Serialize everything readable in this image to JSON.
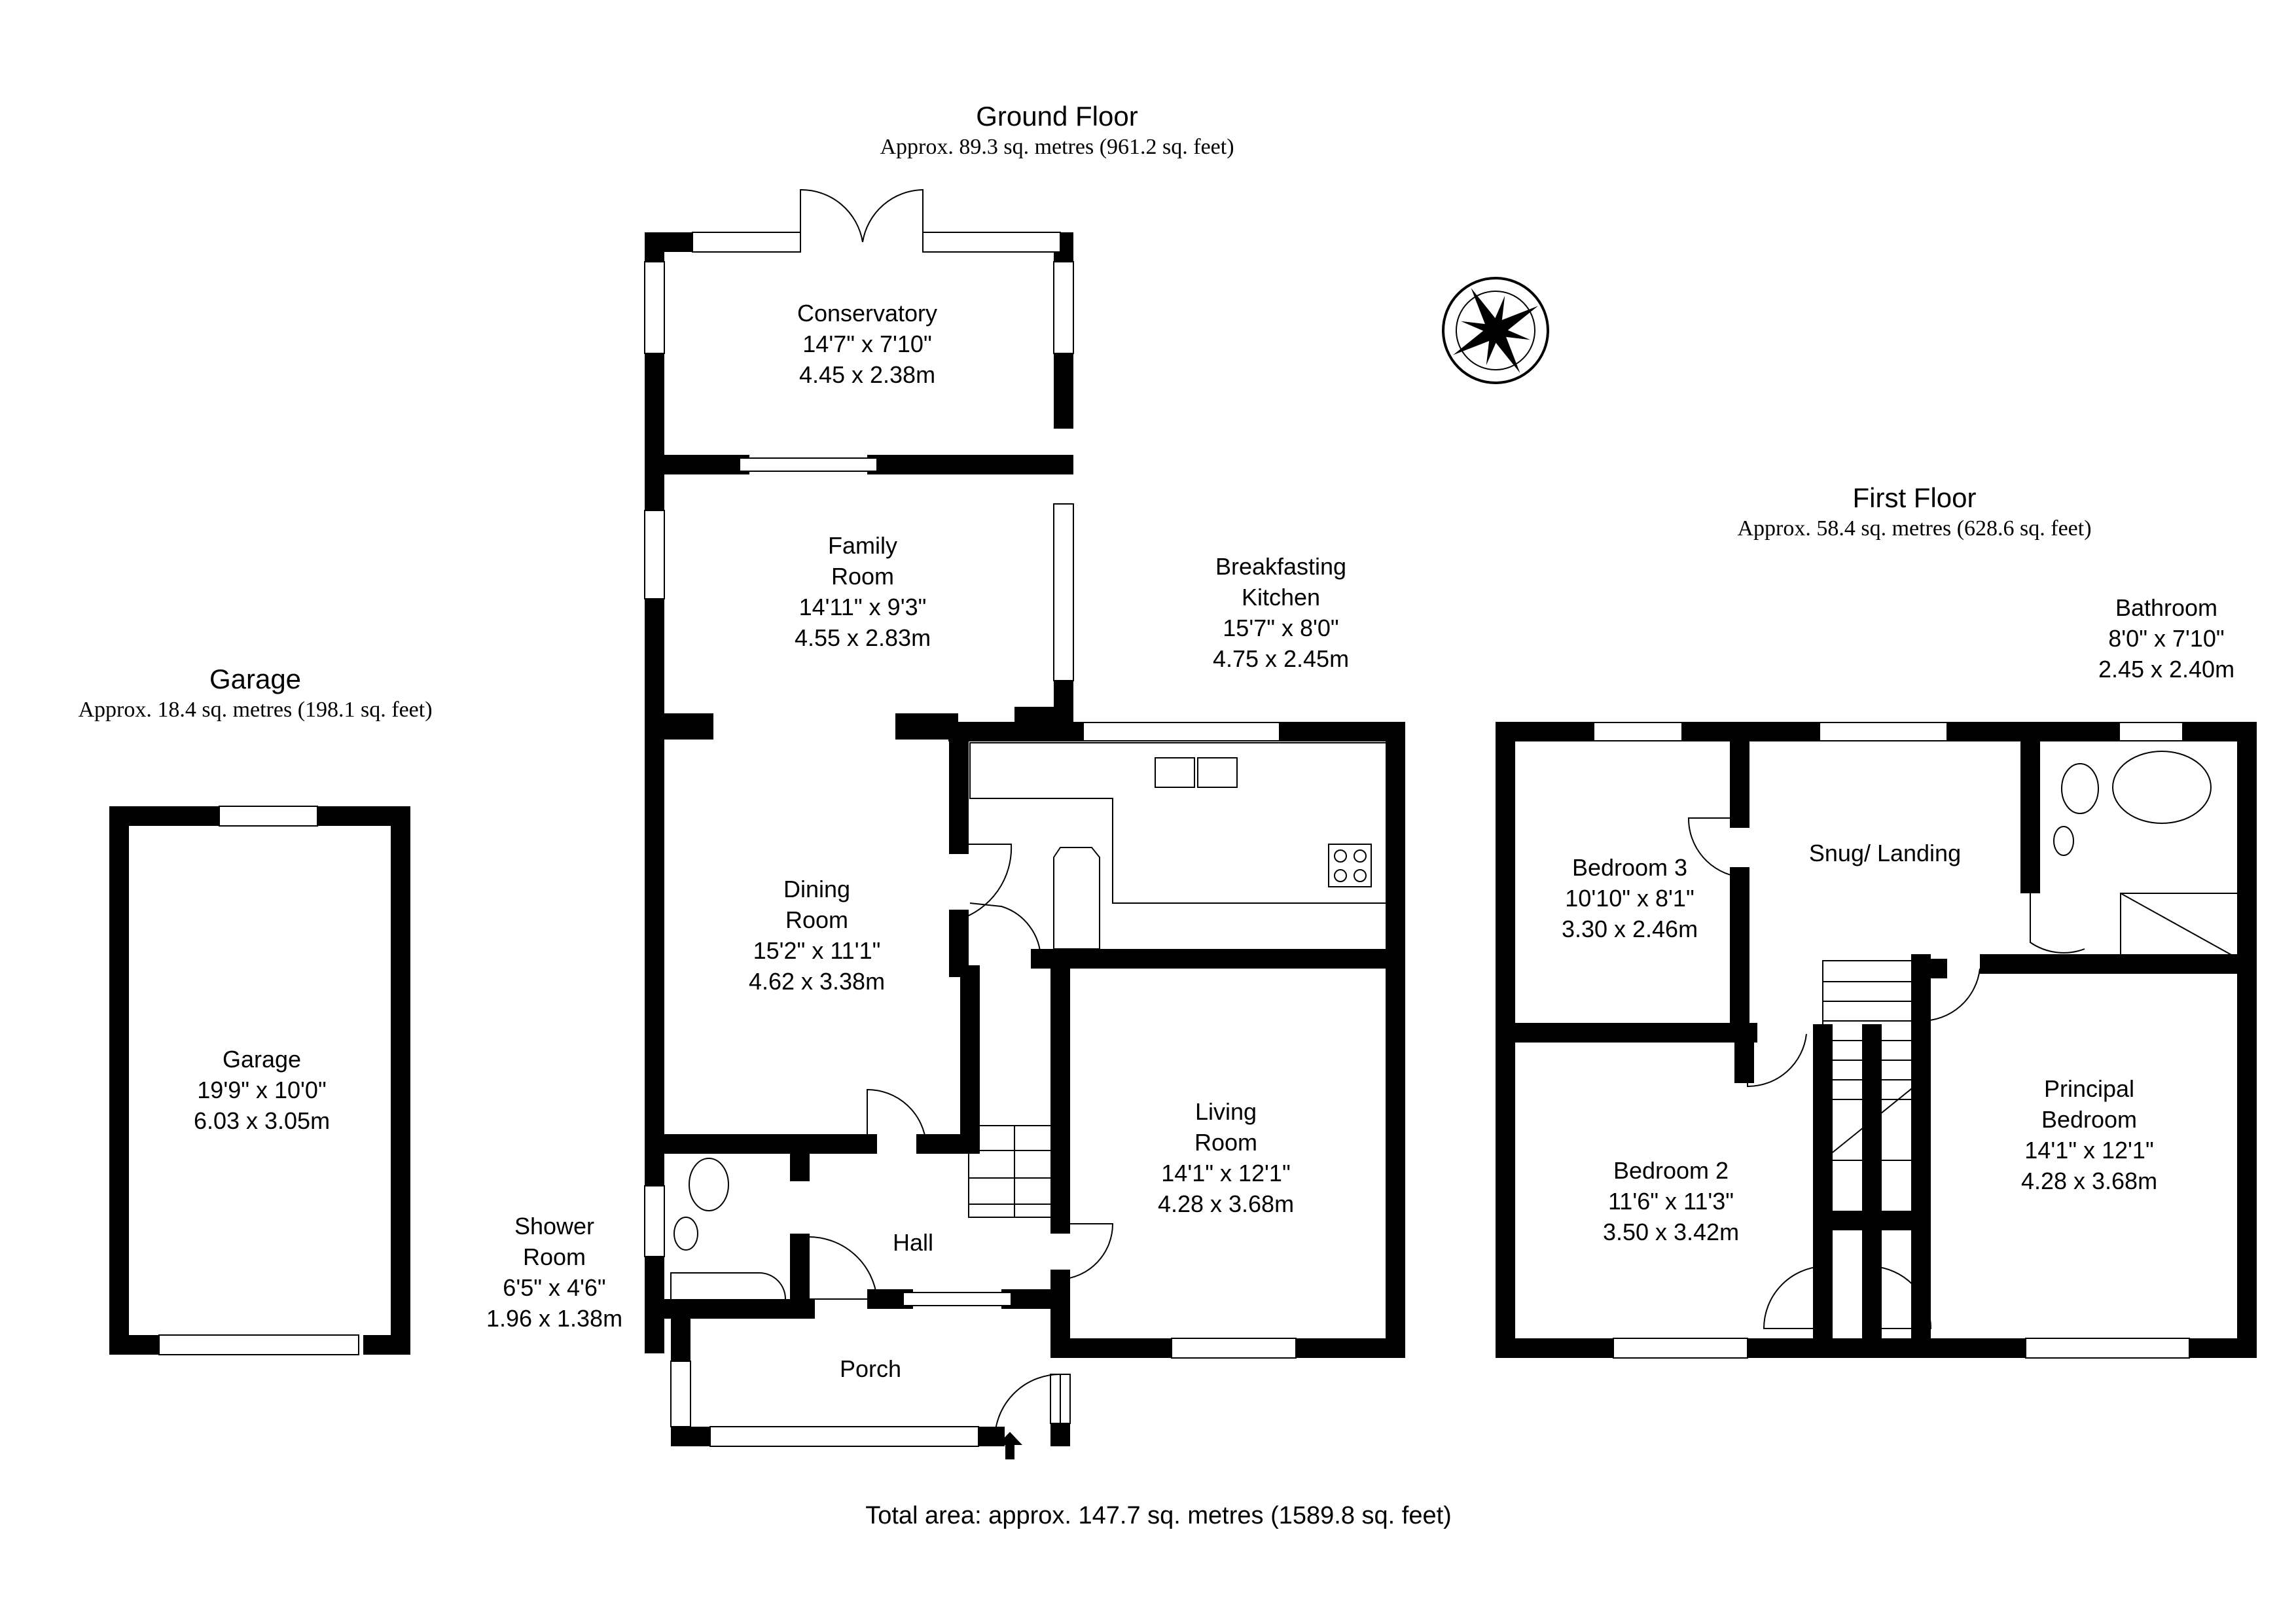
{
  "ground_floor": {
    "title": "Ground Floor",
    "area": "Approx. 89.3 sq. metres (961.2 sq. feet)"
  },
  "first_floor": {
    "title": "First Floor",
    "area": "Approx. 58.4 sq. metres (628.6 sq. feet)"
  },
  "garage_block": {
    "title": "Garage",
    "area": "Approx. 18.4 sq. metres (198.1 sq. feet)"
  },
  "rooms": {
    "conservatory": {
      "name": "Conservatory",
      "imperial": "14'7\" x 7'10\"",
      "metric": "4.45 x 2.38m"
    },
    "family_room": {
      "name1": "Family",
      "name2": "Room",
      "imperial": "14'11\" x 9'3\"",
      "metric": "4.55 x 2.83m"
    },
    "breakfasting_kitchen": {
      "name1": "Breakfasting",
      "name2": "Kitchen",
      "imperial": "15'7\" x 8'0\"",
      "metric": "4.75 x 2.45m"
    },
    "dining_room": {
      "name1": "Dining",
      "name2": "Room",
      "imperial": "15'2\" x 11'1\"",
      "metric": "4.62 x 3.38m"
    },
    "living_room": {
      "name1": "Living",
      "name2": "Room",
      "imperial": "14'1\" x 12'1\"",
      "metric": "4.28 x 3.68m"
    },
    "hall": {
      "name": "Hall"
    },
    "porch": {
      "name": "Porch"
    },
    "shower_room": {
      "name1": "Shower",
      "name2": "Room",
      "imperial": "6'5\" x 4'6\"",
      "metric": "1.96 x 1.38m"
    },
    "garage": {
      "name": "Garage",
      "imperial": "19'9\" x 10'0\"",
      "metric": "6.03 x 3.05m"
    },
    "bathroom": {
      "name": "Bathroom",
      "imperial": "8'0\" x 7'10\"",
      "metric": "2.45 x 2.40m"
    },
    "bedroom3": {
      "name": "Bedroom 3",
      "imperial": "10'10\" x 8'1\"",
      "metric": "3.30 x 2.46m"
    },
    "snug_landing": {
      "name": "Snug/ Landing"
    },
    "bedroom2": {
      "name": "Bedroom 2",
      "imperial": "11'6\" x 11'3\"",
      "metric": "3.50 x 3.42m"
    },
    "principal_bedroom": {
      "name1": "Principal",
      "name2": "Bedroom",
      "imperial": "14'1\" x 12'1\"",
      "metric": "4.28 x 3.68m"
    }
  },
  "total_area": "Total area: approx. 147.7 sq. metres (1589.8 sq. feet)",
  "icons": {
    "compass": "compass-rose-icon",
    "entrance": "entrance-arrow-icon"
  }
}
